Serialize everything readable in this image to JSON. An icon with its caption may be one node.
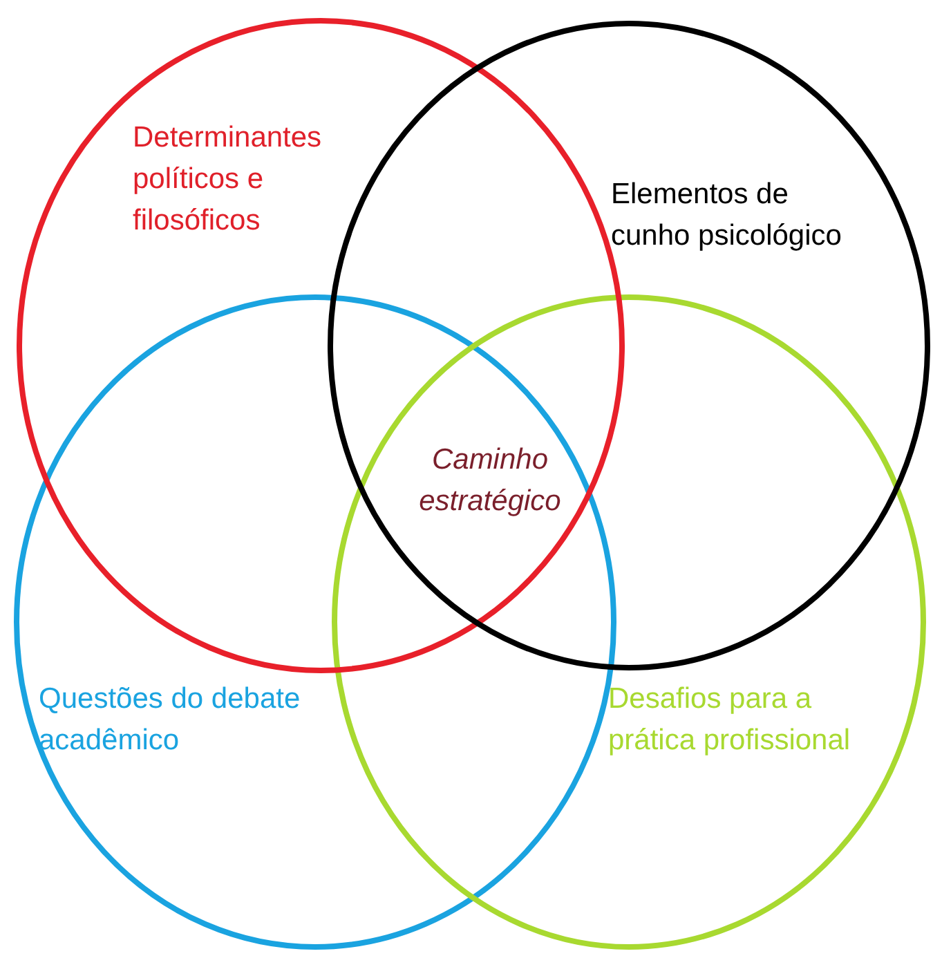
{
  "diagram": {
    "nodes": [
      {
        "text": [
          "Determinantes políticos e filosóficos"
        ]
      },
      {
        "text": [
          "Elementos de cunho psicológico"
        ]
      },
      {
        "text": [
          "Questões do debate acadêmico"
        ]
      },
      {
        "text": [
          "Desafios para a prática profissional"
        ]
      }
    ],
    "labels": [
      "Caminho estratégico"
    ]
  }
}
